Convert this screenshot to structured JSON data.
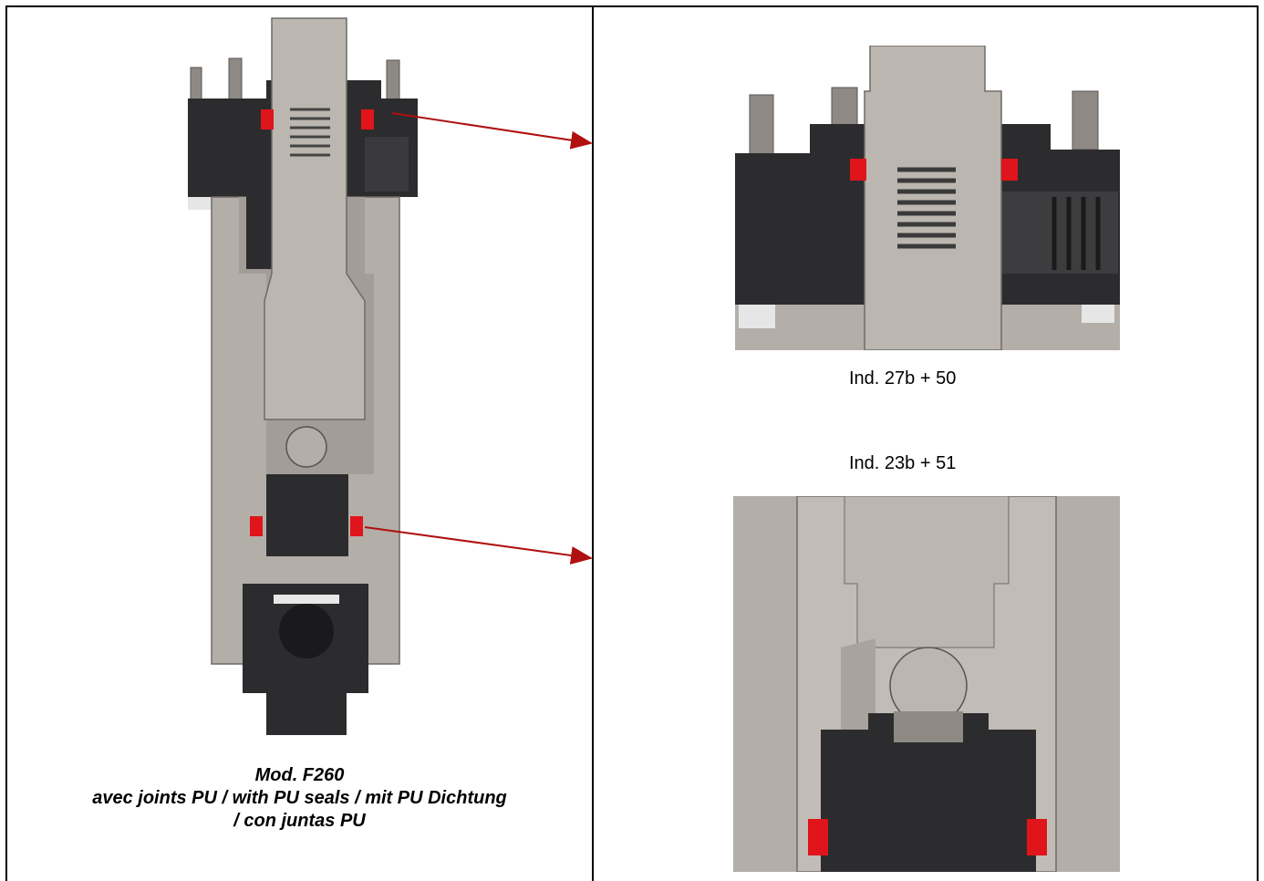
{
  "left_caption": {
    "line1": "Mod. F260",
    "line2": "avec joints PU / with PU seals / mit PU Dichtung",
    "line3": "/ con juntas PU"
  },
  "detail_top": {
    "label": "Ind. 27b + 50"
  },
  "detail_bottom": {
    "label": "Ind. 23b + 51"
  },
  "colors": {
    "steel": "#b4aea8",
    "steel_dark": "#8f8984",
    "black_part": "#2c2c2e",
    "seal_red": "#e0141b",
    "arrow": "#b01010"
  }
}
